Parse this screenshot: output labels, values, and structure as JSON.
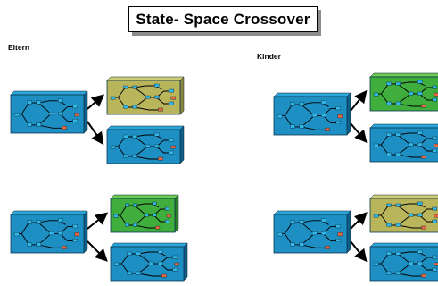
{
  "title": "State- Space Crossover",
  "labels": {
    "parents": "Eltern",
    "children": "Kinder"
  },
  "colors": {
    "network": "#1e8fc2",
    "network_top": "#2ba6d9",
    "network_side": "#0f5e87",
    "yellow": "#b9b55a",
    "yellow_top": "#cfcc78",
    "yellow_side": "#8a8640",
    "green": "#3fae3c",
    "green_top": "#6ccb54",
    "green_side": "#2a7b2a",
    "node": "#32b6e6",
    "node_red": "#e8663e",
    "edge": "#000000"
  },
  "groups": [
    {
      "name": "parents-top",
      "source": "blue",
      "targets": [
        "yellow",
        "blue"
      ]
    },
    {
      "name": "children-top",
      "source": "blue",
      "targets": [
        "green",
        "blue"
      ]
    },
    {
      "name": "parents-bottom",
      "source": "blue",
      "targets": [
        "green",
        "blue"
      ]
    },
    {
      "name": "children-bottom",
      "source": "blue",
      "targets": [
        "yellow",
        "blue"
      ]
    }
  ]
}
